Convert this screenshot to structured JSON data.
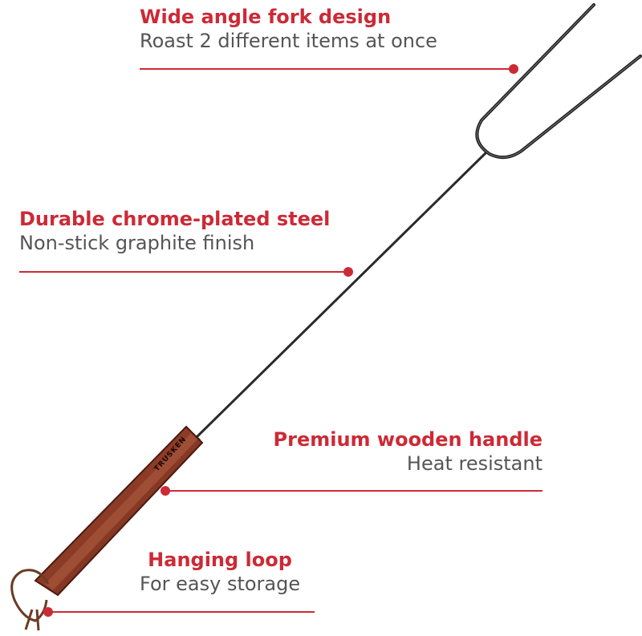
{
  "colors": {
    "accent": "#cc2a36",
    "subtext": "#555555",
    "wood_dark": "#5a1d12",
    "wood_mid": "#8a3a25",
    "wood_light": "#a95337",
    "steel": "#2a2a2a",
    "leather": "#6b3b25"
  },
  "product": {
    "brand_mark": "TRUSKEN"
  },
  "callouts": [
    {
      "title": "Wide angle fork design",
      "subtitle": "Roast 2 different items at once"
    },
    {
      "title": "Durable chrome-plated steel",
      "subtitle": "Non-stick graphite finish"
    },
    {
      "title": "Premium wooden handle",
      "subtitle": "Heat resistant"
    },
    {
      "title": "Hanging loop",
      "subtitle": "For easy storage"
    }
  ],
  "icons": {
    "fork": "roasting-fork-icon",
    "loop": "leather-loop-icon"
  }
}
